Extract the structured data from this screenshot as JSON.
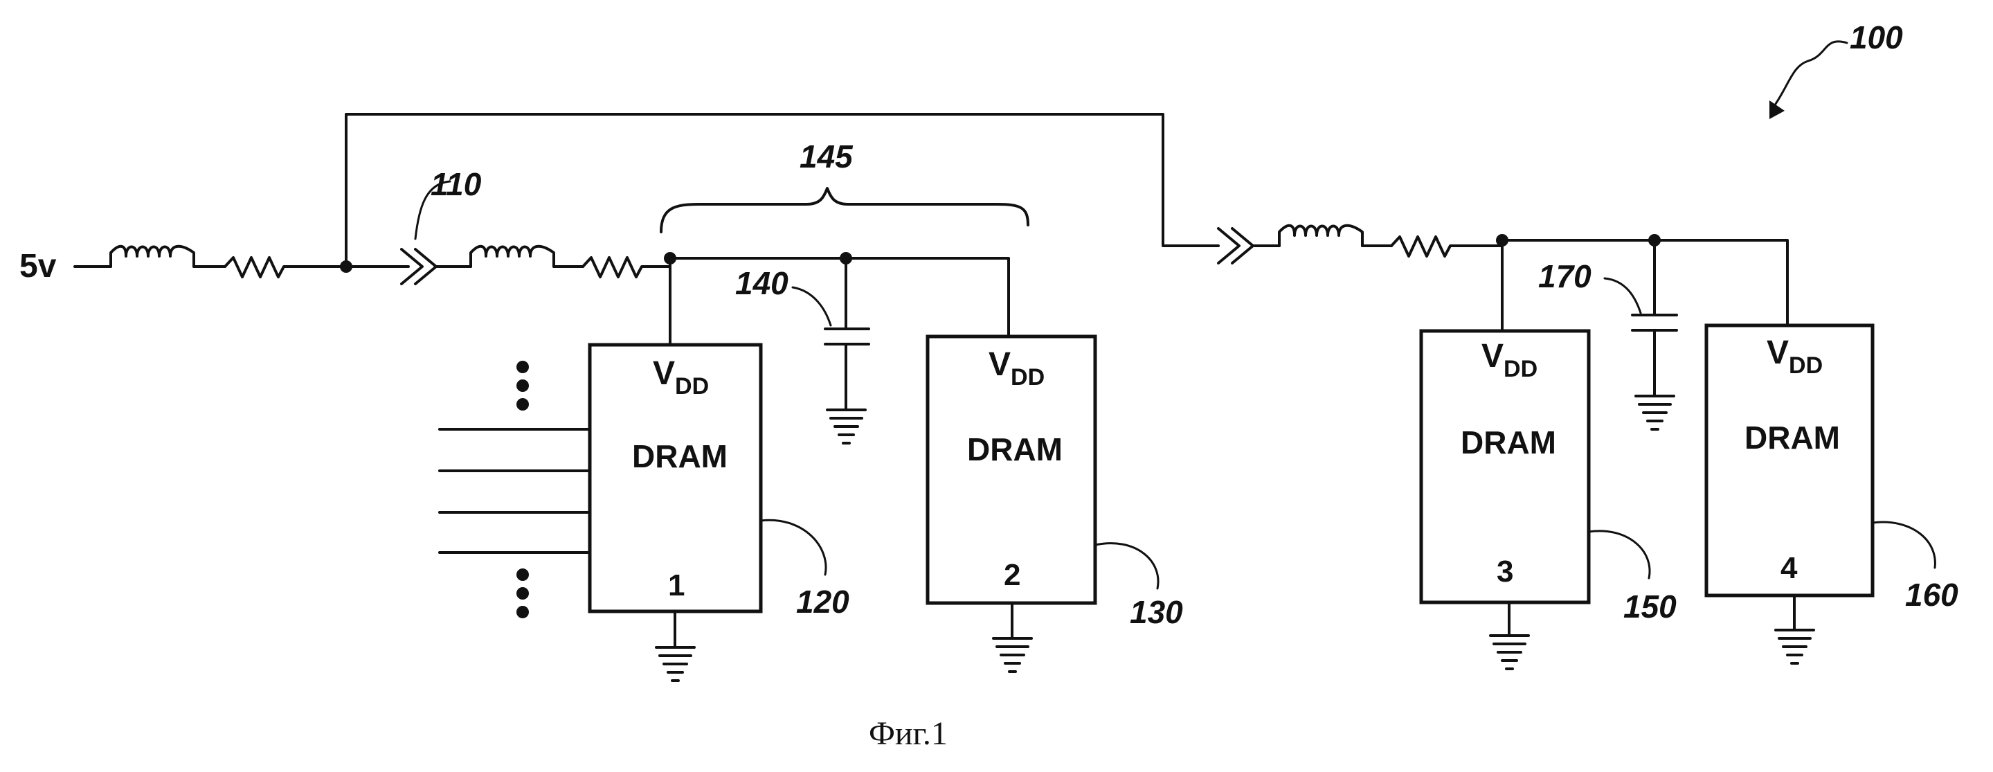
{
  "supply": {
    "label": "5v"
  },
  "refs": {
    "system": "100",
    "connector": "110",
    "branch": "145",
    "cap1": "140",
    "cap2": "170",
    "chip1": "120",
    "chip2": "130",
    "chip3": "150",
    "chip4": "160"
  },
  "chips": [
    {
      "vdd_main": "V",
      "vdd_sub": "DD",
      "name": "DRAM",
      "number": "1"
    },
    {
      "vdd_main": "V",
      "vdd_sub": "DD",
      "name": "DRAM",
      "number": "2"
    },
    {
      "vdd_main": "V",
      "vdd_sub": "DD",
      "name": "DRAM",
      "number": "3"
    },
    {
      "vdd_main": "V",
      "vdd_sub": "DD",
      "name": "DRAM",
      "number": "4"
    }
  ],
  "caption": "Фиг.1"
}
